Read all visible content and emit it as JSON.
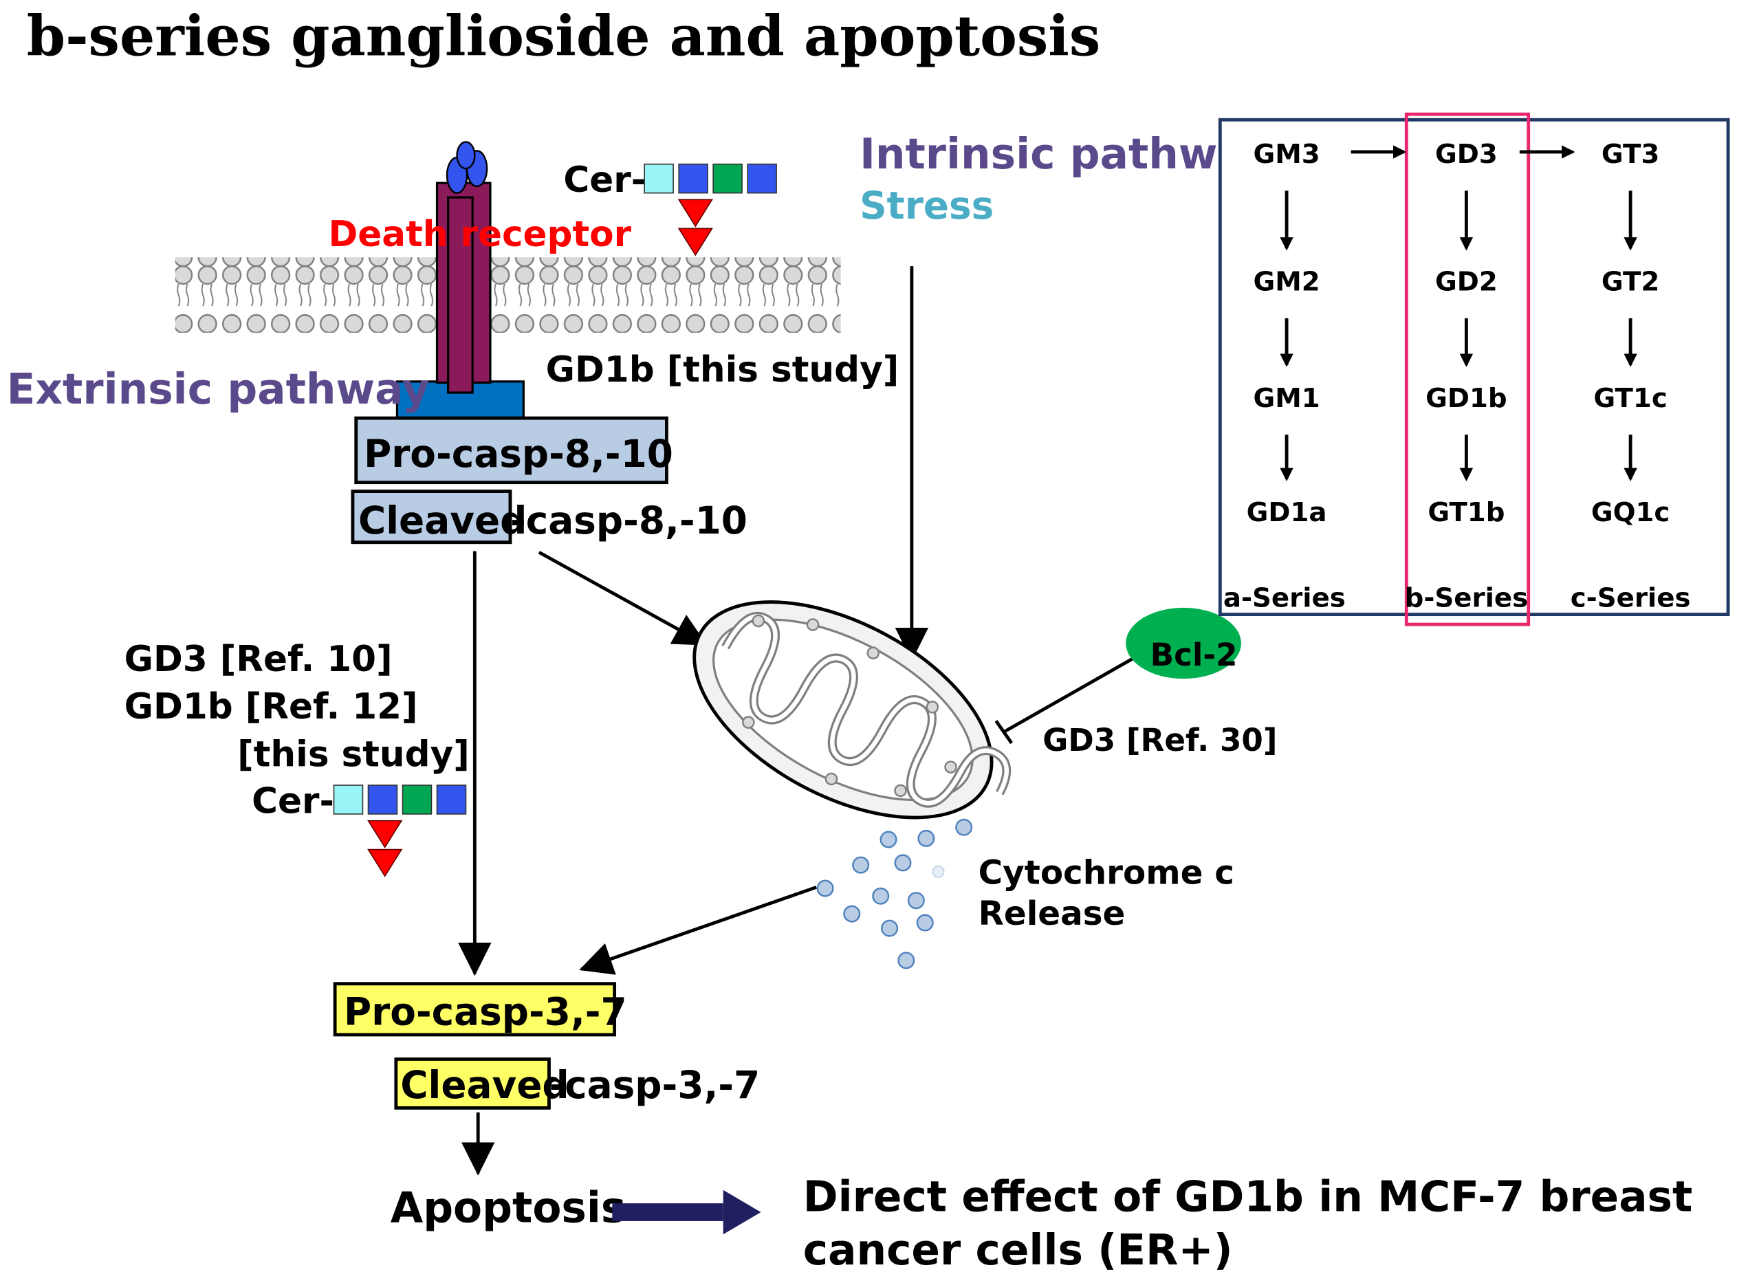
{
  "title": "b-series ganglioside and apoptosis",
  "colors": {
    "receptor": "#8b1a5a",
    "receptor_base": "#0070c0",
    "pro_casp8_fill": "#b8cce4",
    "pro_casp3_fill": "#ffff66",
    "pathway_label": "#5b4a8b",
    "stress_label": "#4bacc6",
    "death_label": "#ff0000",
    "bcl2_fill": "#00b050",
    "arrow_dark": "#1f1f5f",
    "series_frame": "#1f3864",
    "highlight_frame": "#e8276f"
  },
  "labels": {
    "death_receptor": "Death receptor",
    "extrinsic_pathway": "Extrinsic pathway",
    "intrinsic_pathway": "Intrinsic pathway",
    "stress": "Stress",
    "gd1b_this_study": "GD1b [this study]",
    "cer_top": "Cer-",
    "cer_left": "Cer-",
    "pro_casp_8_10": "Pro-casp-8,-10",
    "cleaved_1": "Cleaved",
    "casp_8_10_suffix": "-casp-8,-10",
    "gd3_ref10": "GD3 [Ref. 10]",
    "gd1b_ref12": "GD1b [Ref. 12]",
    "this_study": "[this study]",
    "bcl2": "Bcl-2",
    "gd3_ref30": "GD3 [Ref. 30]",
    "cytochrome_c": "Cytochrome c",
    "release": "Release",
    "pro_casp_3_7": "Pro-casp-3,-7",
    "cleaved_2": "Cleaved",
    "casp_3_7_suffix": "-casp-3,-7",
    "apoptosis": "Apoptosis",
    "direct_effect_1": "Direct effect of GD1b in MCF-7 breast",
    "direct_effect_2": "cancer cells (ER+)"
  },
  "series_box": {
    "a_series": [
      "GM3",
      "GM2",
      "GM1",
      "GD1a"
    ],
    "b_series": [
      "GD3",
      "GD2",
      "GD1b",
      "GT1b"
    ],
    "c_series": [
      "GT3",
      "GT2",
      "GT1c",
      "GQ1c"
    ],
    "footers": [
      "a-Series",
      "b-Series",
      "c-Series"
    ]
  },
  "sugar_chain_colors": [
    "#99f5f5",
    "#3355ee",
    "#00a651",
    "#3355ee"
  ]
}
